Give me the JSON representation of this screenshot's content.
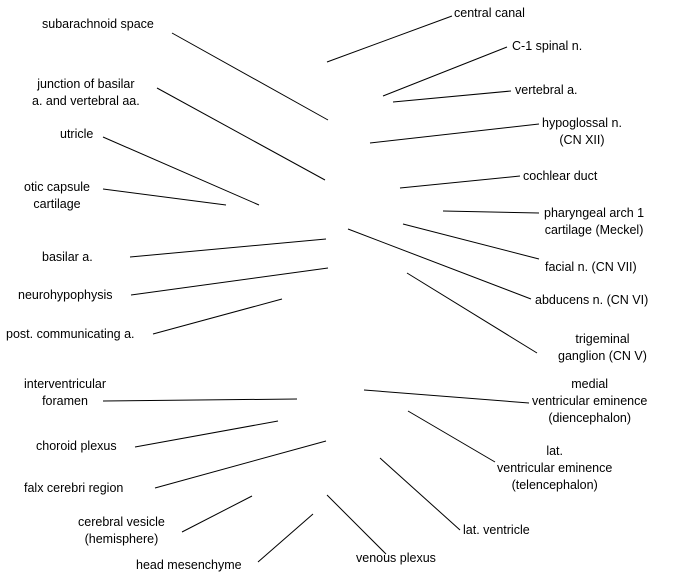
{
  "labels": {
    "subarachnoid_space": "subarachnoid space",
    "junction_basilar": "junction of basilar\na. and vertebral aa.",
    "utricle": "utricle",
    "otic_capsule": "otic capsule\ncartilage",
    "basilar_a": "basilar a.",
    "neurohypophysis": "neurohypophysis",
    "post_communicating": "post. communicating a.",
    "interventricular_foramen": "interventricular\nforamen",
    "choroid_plexus": "choroid plexus",
    "falx_cerebri": "falx cerebri region",
    "cerebral_vesicle": "cerebral vesicle\n(hemisphere)",
    "head_mesenchyme": "head mesenchyme",
    "venous_plexus": "venous plexus",
    "central_canal": "central canal",
    "c1_spinal": "C-1 spinal n.",
    "vertebral_a": "vertebral a.",
    "hypoglossal": "hypoglossal n.\n(CN XII)",
    "cochlear_duct": "cochlear duct",
    "pharyngeal_arch": "pharyngeal arch 1\ncartilage (Meckel)",
    "facial_n": "facial n. (CN VII)",
    "abducens_n": "abducens n. (CN VI)",
    "trigeminal": "trigeminal\nganglion (CN V)",
    "medial_ventricular": "medial\nventricular eminence\n(diencephalon)",
    "lat_ventricular": "lat.\nventricular eminence\n(telencephalon)",
    "lat_ventricle": "lat. ventricle"
  },
  "colors": {
    "background": "#ffffff",
    "text": "#000000",
    "leader_lines": "#000000"
  }
}
